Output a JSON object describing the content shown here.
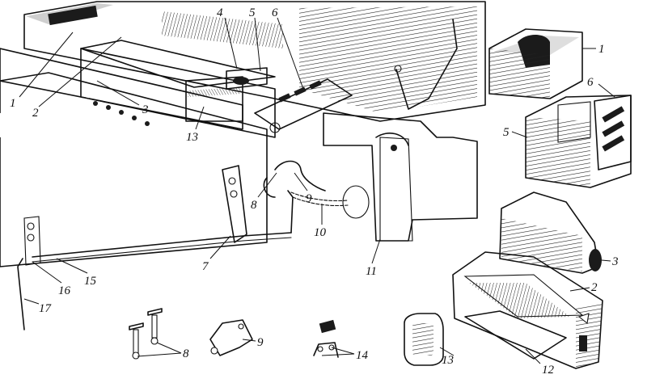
{
  "labels": {
    "l1a": "1",
    "l2a": "2",
    "l3a": "3",
    "l4": "4",
    "l5a": "5",
    "l6a": "6",
    "l13a": "13",
    "l7": "7",
    "l8a": "8",
    "l9a": "9",
    "l10": "10",
    "l11": "11",
    "l15": "15",
    "l16": "16",
    "l17": "17",
    "l1b": "1",
    "l6b": "6",
    "l5b": "5",
    "l3b": "3",
    "l2b": "2",
    "l12": "12",
    "l13b": "13",
    "l8b": "8",
    "l9b": "9",
    "l14": "14"
  }
}
